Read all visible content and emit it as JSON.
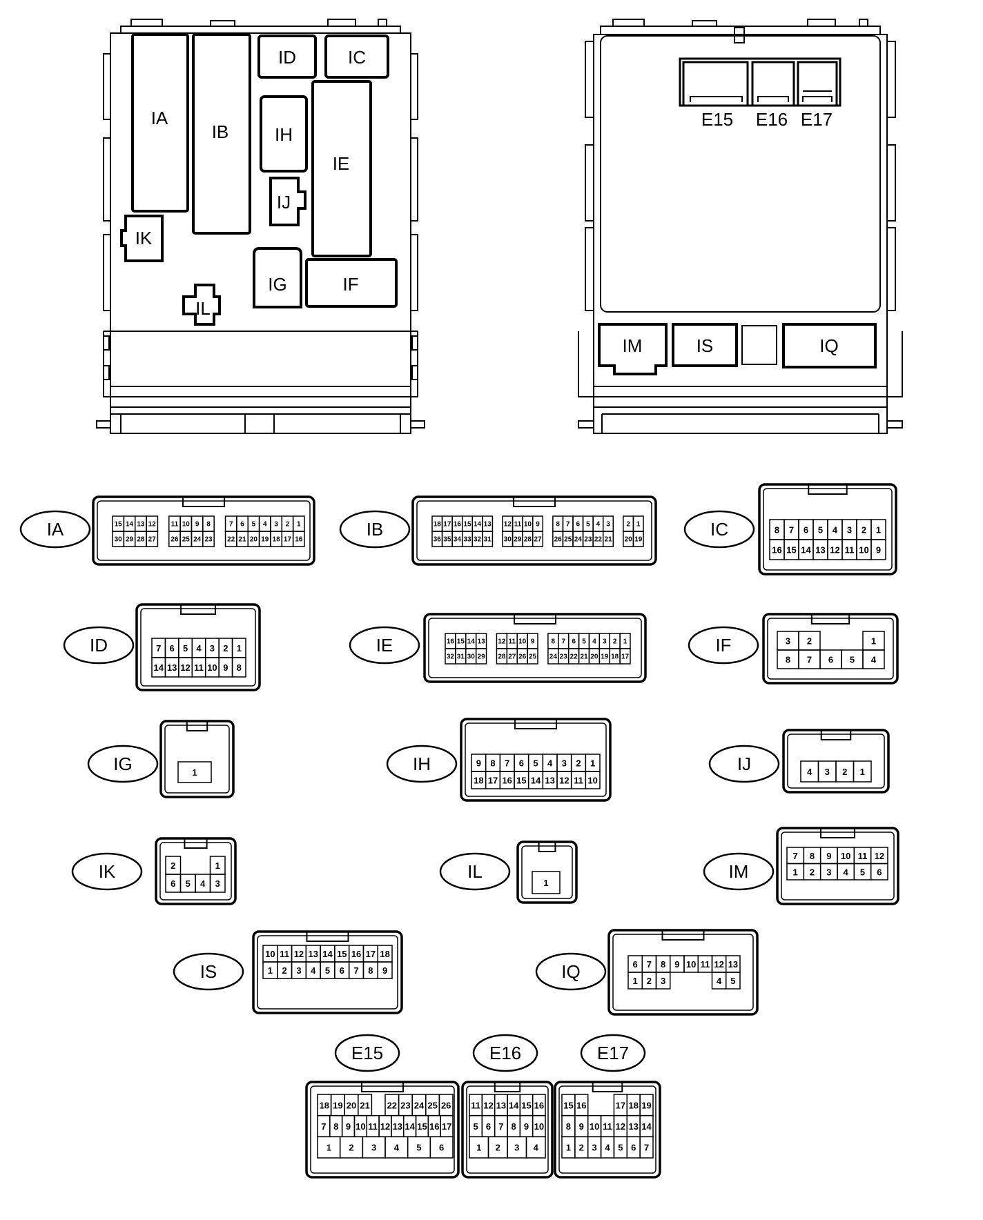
{
  "front_view": {
    "slots": [
      {
        "id": "IA",
        "label": "IA"
      },
      {
        "id": "IB",
        "label": "IB"
      },
      {
        "id": "ID",
        "label": "ID"
      },
      {
        "id": "IC",
        "label": "IC"
      },
      {
        "id": "IH",
        "label": "IH"
      },
      {
        "id": "IE",
        "label": "IE"
      },
      {
        "id": "IJ",
        "label": "IJ"
      },
      {
        "id": "IK",
        "label": "IK"
      },
      {
        "id": "IG",
        "label": "IG"
      },
      {
        "id": "IF",
        "label": "IF"
      },
      {
        "id": "IL",
        "label": "IL"
      }
    ]
  },
  "rear_view": {
    "top_labels": [
      {
        "id": "E15",
        "label": "E15"
      },
      {
        "id": "E16",
        "label": "E16"
      },
      {
        "id": "E17",
        "label": "E17"
      }
    ],
    "bottom_slots": [
      {
        "id": "IM",
        "label": "IM"
      },
      {
        "id": "IS",
        "label": "IS"
      },
      {
        "id": "IQ",
        "label": "IQ"
      }
    ]
  },
  "connectors": [
    {
      "id": "IA",
      "label": "IA",
      "pin_rows": [
        [
          "15",
          "14",
          "13",
          "12",
          "",
          "11",
          "10",
          "9",
          "8",
          "",
          "7",
          "6",
          "5",
          "4",
          "3",
          "2",
          "1"
        ],
        [
          "30",
          "29",
          "28",
          "27",
          "",
          "26",
          "25",
          "24",
          "23",
          "",
          "22",
          "21",
          "20",
          "19",
          "18",
          "17",
          "16"
        ]
      ]
    },
    {
      "id": "IB",
      "label": "IB",
      "pin_rows": [
        [
          "18",
          "17",
          "16",
          "15",
          "14",
          "13",
          "",
          "12",
          "11",
          "10",
          "9",
          "",
          "8",
          "7",
          "6",
          "5",
          "4",
          "3",
          "",
          "2",
          "1"
        ],
        [
          "36",
          "35",
          "34",
          "33",
          "32",
          "31",
          "",
          "30",
          "29",
          "28",
          "27",
          "",
          "26",
          "25",
          "24",
          "23",
          "22",
          "21",
          "",
          "20",
          "19"
        ]
      ]
    },
    {
      "id": "IC",
      "label": "IC",
      "pin_rows": [
        [
          "8",
          "7",
          "6",
          "5",
          "4",
          "3",
          "2",
          "1"
        ],
        [
          "16",
          "15",
          "14",
          "13",
          "12",
          "11",
          "10",
          "9"
        ]
      ]
    },
    {
      "id": "ID",
      "label": "ID",
      "pin_rows": [
        [
          "7",
          "6",
          "5",
          "4",
          "3",
          "2",
          "1"
        ],
        [
          "14",
          "13",
          "12",
          "11",
          "10",
          "9",
          "8"
        ]
      ]
    },
    {
      "id": "IE",
      "label": "IE",
      "pin_rows": [
        [
          "16",
          "15",
          "14",
          "13",
          "",
          "12",
          "11",
          "10",
          "9",
          "",
          "8",
          "7",
          "6",
          "5",
          "4",
          "3",
          "2",
          "1"
        ],
        [
          "32",
          "31",
          "30",
          "29",
          "",
          "28",
          "27",
          "26",
          "25",
          "",
          "24",
          "23",
          "22",
          "21",
          "20",
          "19",
          "18",
          "17"
        ]
      ]
    },
    {
      "id": "IF",
      "label": "IF",
      "pin_rows": [
        [
          "3",
          "2",
          "",
          "",
          "1"
        ],
        [
          "8",
          "7",
          "6",
          "5",
          "4"
        ]
      ]
    },
    {
      "id": "IG",
      "label": "IG",
      "pin_rows": [
        [
          "1"
        ]
      ]
    },
    {
      "id": "IH",
      "label": "IH",
      "pin_rows": [
        [
          "9",
          "8",
          "7",
          "6",
          "5",
          "4",
          "3",
          "2",
          "1"
        ],
        [
          "18",
          "17",
          "16",
          "15",
          "14",
          "13",
          "12",
          "11",
          "10"
        ]
      ]
    },
    {
      "id": "IJ",
      "label": "IJ",
      "pin_rows": [
        [
          "4",
          "3",
          "2",
          "1"
        ]
      ]
    },
    {
      "id": "IK",
      "label": "IK",
      "pin_rows": [
        [
          "2",
          "",
          "",
          "1"
        ],
        [
          "6",
          "5",
          "4",
          "3"
        ]
      ]
    },
    {
      "id": "IL",
      "label": "IL",
      "pin_rows": [
        [
          "1"
        ]
      ]
    },
    {
      "id": "IM",
      "label": "IM",
      "pin_rows": [
        [
          "7",
          "8",
          "9",
          "10",
          "11",
          "12"
        ],
        [
          "1",
          "2",
          "3",
          "4",
          "5",
          "6"
        ]
      ]
    },
    {
      "id": "IS",
      "label": "IS",
      "pin_rows": [
        [
          "10",
          "11",
          "12",
          "13",
          "14",
          "15",
          "16",
          "17",
          "18"
        ],
        [
          "1",
          "2",
          "3",
          "4",
          "5",
          "6",
          "7",
          "8",
          "9"
        ]
      ]
    },
    {
      "id": "IQ",
      "label": "IQ",
      "pin_rows": [
        [
          "6",
          "7",
          "8",
          "9",
          "10",
          "11",
          "12",
          "13"
        ],
        [
          "1",
          "2",
          "3",
          "",
          "",
          "",
          "4",
          "5"
        ]
      ]
    },
    {
      "id": "E15",
      "label": "E15",
      "pin_rows": [
        [
          "18",
          "19",
          "20",
          "21",
          "",
          "22",
          "23",
          "24",
          "25",
          "26"
        ],
        [
          "7",
          "8",
          "9",
          "10",
          "11",
          "12",
          "13",
          "14",
          "15",
          "16",
          "17"
        ],
        [
          "1",
          "2",
          "3",
          "4",
          "5",
          "6"
        ]
      ]
    },
    {
      "id": "E16",
      "label": "E16",
      "pin_rows": [
        [
          "11",
          "12",
          "13",
          "14",
          "15",
          "16"
        ],
        [
          "5",
          "6",
          "7",
          "8",
          "9",
          "10"
        ],
        [
          "1",
          "2",
          "3",
          "4"
        ]
      ]
    },
    {
      "id": "E17",
      "label": "E17",
      "pin_rows": [
        [
          "15",
          "16",
          "",
          "",
          "17",
          "18",
          "19"
        ],
        [
          "8",
          "9",
          "10",
          "11",
          "12",
          "13",
          "14"
        ],
        [
          "1",
          "2",
          "3",
          "4",
          "5",
          "6",
          "7"
        ]
      ]
    }
  ]
}
